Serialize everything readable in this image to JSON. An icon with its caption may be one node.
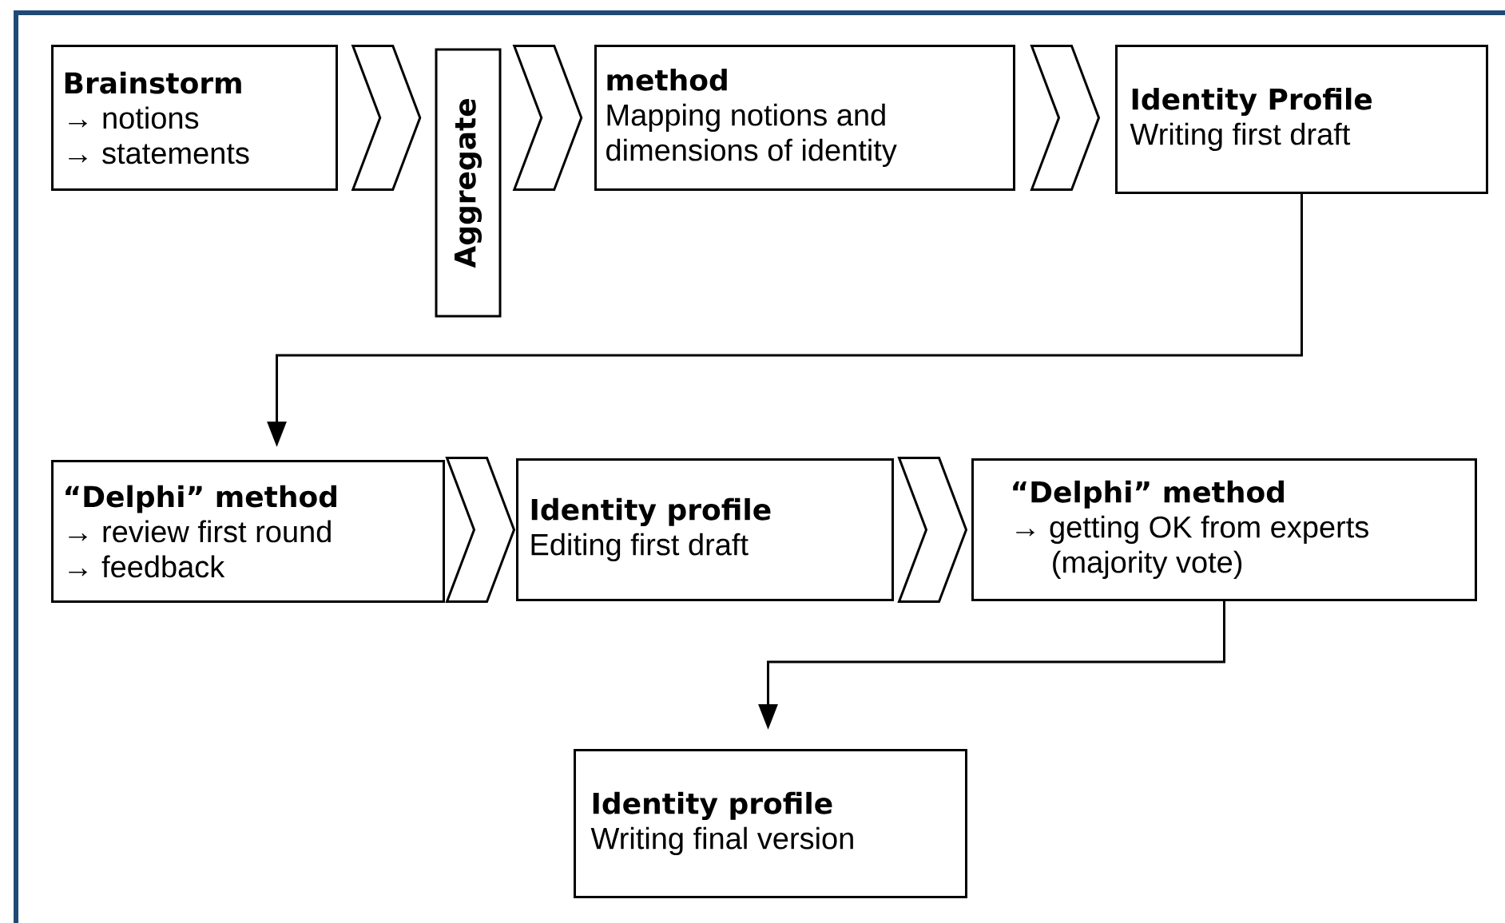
{
  "diagram": {
    "nodes": [
      {
        "text": [
          "Brainstorm",
          "→ notions",
          "→ statements"
        ]
      },
      {
        "text": [
          "Aggregate"
        ]
      },
      {
        "text": [
          "method",
          "Mapping notions and dimensions of identity"
        ]
      },
      {
        "text": [
          "Identity Profile",
          "Writing first draft"
        ]
      },
      {
        "text": [
          "“Delphi” method",
          "→ review first round",
          "→ feedback"
        ]
      },
      {
        "text": [
          "Identity profile",
          "Editing first draft"
        ]
      },
      {
        "text": [
          "“Delphi” method",
          "→ getting OK from experts (majority vote)"
        ]
      },
      {
        "text": [
          "Identity profile",
          "Writing final version"
        ]
      }
    ],
    "edges": [
      {
        "from": 0,
        "to": 1,
        "arrow": "to"
      },
      {
        "from": 1,
        "to": 2,
        "arrow": "to"
      },
      {
        "from": 2,
        "to": 3,
        "arrow": "to"
      },
      {
        "from": 3,
        "to": 4,
        "arrow": "to"
      },
      {
        "from": 4,
        "to": 5,
        "arrow": "to"
      },
      {
        "from": 5,
        "to": 6,
        "arrow": "to"
      },
      {
        "from": 6,
        "to": 7,
        "arrow": "to"
      }
    ]
  }
}
